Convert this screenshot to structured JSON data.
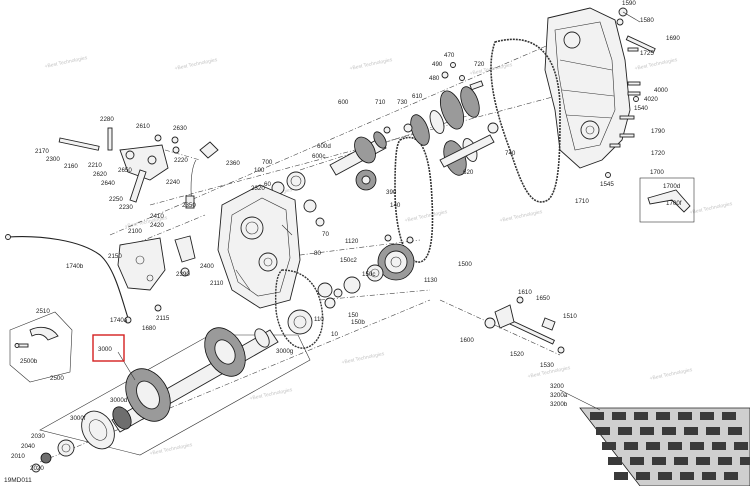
{
  "diagram_id": "19MD011",
  "watermark_text": "+Best Technologies",
  "highlighted_part": "3000",
  "callouts": [
    "1590",
    "1580",
    "1690",
    "1725",
    "470",
    "490",
    "480",
    "720",
    "4000",
    "4020",
    "1540",
    "1790",
    "1720",
    "600",
    "710",
    "730",
    "610",
    "620",
    "740",
    "600d",
    "600c",
    "700",
    "100",
    "60",
    "390",
    "140",
    "1710",
    "2280",
    "2610",
    "2630",
    "2170",
    "2300",
    "2160",
    "2210",
    "2650",
    "2220",
    "2240",
    "2640",
    "2620",
    "2250",
    "2230",
    "2360",
    "2320",
    "2410",
    "2420",
    "2350",
    "2100",
    "2150",
    "2390",
    "2400",
    "2110",
    "2115",
    "1680",
    "1740b",
    "1740a",
    "80",
    "70",
    "1120",
    "150c2",
    "1130",
    "1500",
    "1545",
    "1700d",
    "1700f",
    "1700",
    "1610",
    "1650",
    "1510",
    "1600",
    "1520",
    "1530",
    "150c",
    "150",
    "150b",
    "110",
    "10",
    "3000g",
    "2510",
    "2500b",
    "2500",
    "3000",
    "3000d",
    "3000f",
    "2030",
    "2040",
    "2010",
    "2020",
    "3200",
    "3200a",
    "3200b"
  ]
}
